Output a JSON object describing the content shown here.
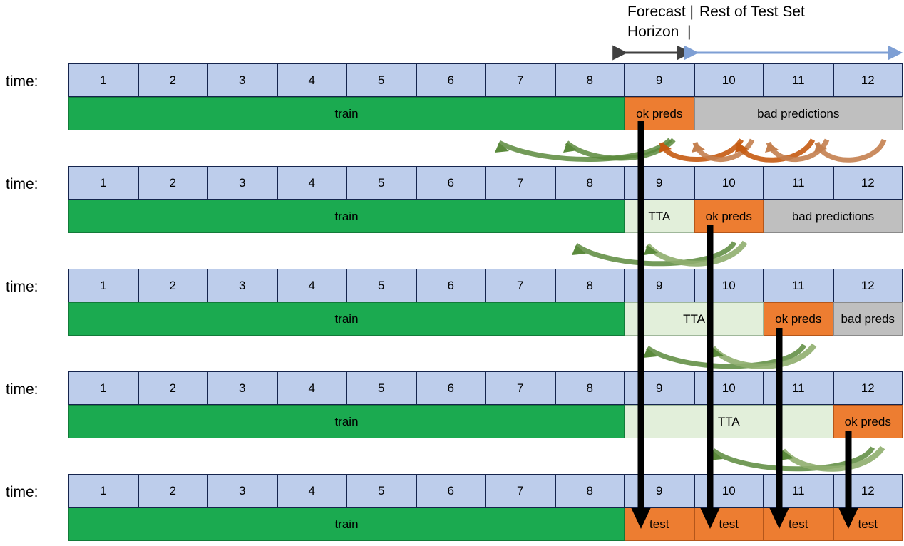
{
  "header": {
    "forecast_label_line1": "Forecast |",
    "forecast_label_line2": "Horizon  |",
    "rest_label": "Rest of Test Set",
    "forecast_arrow_color": "#404040",
    "rest_arrow_color": "#7E9FD4"
  },
  "colors": {
    "time_cell": "#BDCDEB",
    "train": "#1BAA50",
    "ok_preds": "#ED7D31",
    "bad_preds": "#BFBFBF",
    "tta": "#E2EFDA",
    "green_arrow": "#5B8A3C",
    "orange_arrow": "#C55A11",
    "black_arrow": "#000000"
  },
  "time_ticks": [
    "1",
    "2",
    "3",
    "4",
    "5",
    "6",
    "7",
    "8",
    "9",
    "10",
    "11",
    "12"
  ],
  "row_label": "time:",
  "rows": [
    {
      "name": "row-1",
      "label": "time:",
      "ticks": [
        "1",
        "2",
        "3",
        "4",
        "5",
        "6",
        "7",
        "8",
        "9",
        "10",
        "11",
        "12"
      ],
      "bands": [
        {
          "name": "train",
          "label": "train",
          "kind": "green",
          "start": 1,
          "span": 8
        },
        {
          "name": "ok-preds",
          "label": "ok preds",
          "kind": "orange",
          "start": 9,
          "span": 1
        },
        {
          "name": "bad-preds",
          "label": "bad predictions",
          "kind": "gray",
          "start": 10,
          "span": 3
        }
      ]
    },
    {
      "name": "row-2",
      "label": "time:",
      "ticks": [
        "1",
        "2",
        "3",
        "4",
        "5",
        "6",
        "7",
        "8",
        "9",
        "10",
        "11",
        "12"
      ],
      "bands": [
        {
          "name": "train",
          "label": "train",
          "kind": "green",
          "start": 1,
          "span": 8
        },
        {
          "name": "tta",
          "label": "TTA",
          "kind": "tta",
          "start": 9,
          "span": 1
        },
        {
          "name": "ok-preds",
          "label": "ok preds",
          "kind": "orange",
          "start": 10,
          "span": 1
        },
        {
          "name": "bad-preds",
          "label": "bad predictions",
          "kind": "gray",
          "start": 11,
          "span": 2
        }
      ]
    },
    {
      "name": "row-3",
      "label": "time:",
      "ticks": [
        "1",
        "2",
        "3",
        "4",
        "5",
        "6",
        "7",
        "8",
        "9",
        "10",
        "11",
        "12"
      ],
      "bands": [
        {
          "name": "train",
          "label": "train",
          "kind": "green",
          "start": 1,
          "span": 8
        },
        {
          "name": "tta",
          "label": "TTA",
          "kind": "tta",
          "start": 9,
          "span": 2
        },
        {
          "name": "ok-preds",
          "label": "ok preds",
          "kind": "orange",
          "start": 11,
          "span": 1
        },
        {
          "name": "bad-preds",
          "label": "bad preds",
          "kind": "gray",
          "start": 12,
          "span": 1
        }
      ]
    },
    {
      "name": "row-4",
      "label": "time:",
      "ticks": [
        "1",
        "2",
        "3",
        "4",
        "5",
        "6",
        "7",
        "8",
        "9",
        "10",
        "11",
        "12"
      ],
      "bands": [
        {
          "name": "train",
          "label": "train",
          "kind": "green",
          "start": 1,
          "span": 8
        },
        {
          "name": "tta",
          "label": "TTA",
          "kind": "tta",
          "start": 9,
          "span": 3
        },
        {
          "name": "ok-preds",
          "label": "ok preds",
          "kind": "orange",
          "start": 12,
          "span": 1
        }
      ]
    },
    {
      "name": "row-5",
      "label": "time:",
      "ticks": [
        "1",
        "2",
        "3",
        "4",
        "5",
        "6",
        "7",
        "8",
        "9",
        "10",
        "11",
        "12"
      ],
      "bands": [
        {
          "name": "train",
          "label": "train",
          "kind": "green",
          "start": 1,
          "span": 8
        },
        {
          "name": "test-9",
          "label": "test",
          "kind": "orange",
          "start": 9,
          "span": 1
        },
        {
          "name": "test-10",
          "label": "test",
          "kind": "orange",
          "start": 10,
          "span": 1
        },
        {
          "name": "test-11",
          "label": "test",
          "kind": "orange",
          "start": 11,
          "span": 1
        },
        {
          "name": "test-12",
          "label": "test",
          "kind": "orange",
          "start": 12,
          "span": 1
        }
      ]
    }
  ]
}
